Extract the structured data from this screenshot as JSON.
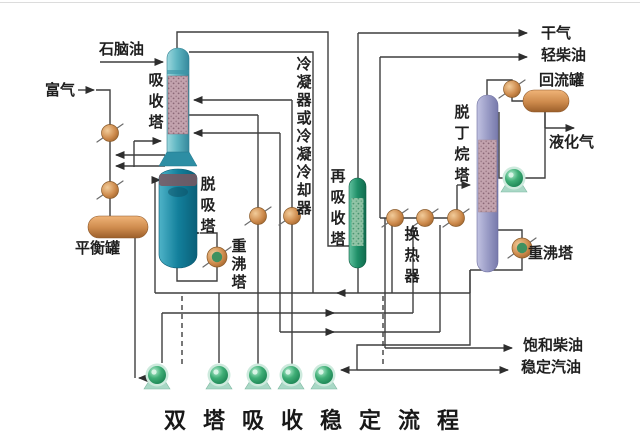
{
  "title": "双塔吸收稳定流程",
  "labels": {
    "naphtha": "石脑油",
    "rich_gas": "富气",
    "absorber": "吸收塔",
    "desorber": "脱吸塔",
    "condenser": "冷凝器或冷凝冷却器",
    "reabsorber": "再吸收塔",
    "heat_exchanger": "换热器",
    "debutanizer": "脱丁烷塔",
    "reboiler_left": "重沸塔",
    "reboiler_right": "重沸塔",
    "balance_tank": "平衡罐",
    "reflux_tank": "回流罐",
    "dry_gas": "干气",
    "light_diesel": "轻柴油",
    "lpg": "液化气",
    "saturated_diesel": "饱和柴油",
    "stabilized_gasoline": "稳定汽油"
  },
  "colors": {
    "line": "#3f3f3f",
    "absorber_teal": "#4aa4b4",
    "desorber_teal": "#1a809a",
    "reabsorber_green": "#2a9878",
    "debutanizer_purple": "#9a9cc6",
    "tank_orange": "#cd8a4c",
    "valve_orange": "#c98248",
    "pump_green": "#2ea06a",
    "packing_pink": "#bb98a4",
    "text": "#1f1f1f",
    "background": "#ffffff"
  }
}
